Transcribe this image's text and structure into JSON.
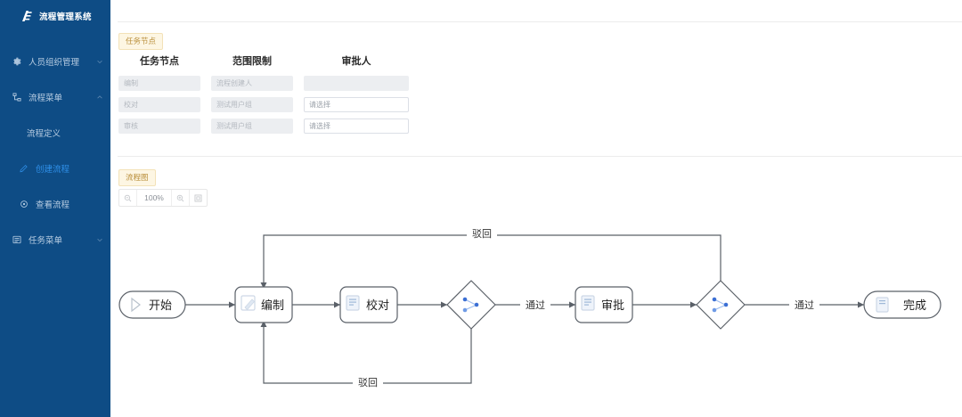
{
  "sidebar": {
    "brand": {
      "title": "流程管理系统",
      "logo_icon": "brand-logo-icon"
    },
    "items": [
      {
        "label": "人员组织管理",
        "icon": "gear-icon",
        "arrow": "chevron-down-icon",
        "level": "top",
        "active": false
      },
      {
        "label": "流程菜单",
        "icon": "flow-icon",
        "arrow": "chevron-up-icon",
        "level": "top",
        "active": false
      },
      {
        "label": "流程定义",
        "icon": "",
        "arrow": "",
        "level": "sub",
        "active": false
      },
      {
        "label": "创建流程",
        "icon": "edit-icon",
        "arrow": "",
        "level": "sub",
        "active": true
      },
      {
        "label": "查看流程",
        "icon": "eye-icon",
        "arrow": "",
        "level": "sub",
        "active": false
      },
      {
        "label": "任务菜单",
        "icon": "list-icon",
        "arrow": "chevron-down-icon",
        "level": "top",
        "active": false
      }
    ]
  },
  "main": {
    "task_section": {
      "tag": "任务节点",
      "columns": [
        "任务节点",
        "范围限制",
        "审批人"
      ],
      "rows": [
        {
          "node": "编制",
          "scope": "流程创建人",
          "approver": "",
          "approver_disabled": true
        },
        {
          "node": "校对",
          "scope": "测试用户组",
          "approver": "请选择",
          "approver_disabled": false
        },
        {
          "node": "审核",
          "scope": "测试用户组",
          "approver": "请选择",
          "approver_disabled": false
        }
      ]
    },
    "flow_section": {
      "tag": "流程图",
      "zoom": {
        "level": "100%",
        "zoom_out_icon": "zoom-out-icon",
        "zoom_in_icon": "zoom-in-icon",
        "fit_icon": "fit-screen-icon"
      },
      "nodes": [
        {
          "id": "start",
          "label": "开始",
          "shape": "pill",
          "icon": "play-icon"
        },
        {
          "id": "bianzhi",
          "label": "编制",
          "shape": "rounded-rect",
          "icon": "edit-task-icon"
        },
        {
          "id": "jiaodui",
          "label": "校对",
          "shape": "rounded-rect",
          "icon": "document-task-icon"
        },
        {
          "id": "gateway1",
          "label": "",
          "shape": "diamond",
          "icon": "gateway-fork-icon"
        },
        {
          "id": "shenpi",
          "label": "审批",
          "shape": "rounded-rect",
          "icon": "document-task-icon"
        },
        {
          "id": "gateway2",
          "label": "",
          "shape": "diamond",
          "icon": "gateway-fork-icon"
        },
        {
          "id": "wancheng",
          "label": "完成",
          "shape": "pill",
          "icon": "end-icon"
        }
      ],
      "edge_labels": {
        "pass_1": "通过",
        "pass_2": "通过",
        "reject_top": "驳回",
        "reject_bottom": "驳回"
      }
    }
  },
  "colors": {
    "sidebar_bg": "#0e4c85",
    "sidebar_active": "#2f8fe8",
    "tag_bg": "#fdf6e3",
    "tag_text": "#b98e3a",
    "node_stroke": "#5a6068",
    "gateway_icon": "#3b6fd4"
  }
}
